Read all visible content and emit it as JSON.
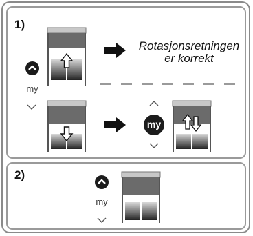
{
  "step1": {
    "number": "1)",
    "caption_line1": "Rotasjonsretningen",
    "caption_line2": "er korrekt"
  },
  "step2": {
    "number": "2)"
  },
  "remote": {
    "my_label": "my",
    "my_button_label": "my"
  },
  "colors": {
    "border": "#8a8a8a",
    "blind": "#6b6b6b",
    "button": "#1c1c1c"
  },
  "icons": [
    "up-button-icon",
    "down-chevron-icon",
    "up-chevron-icon",
    "arrow-right-icon",
    "up-arrow-icon",
    "down-arrow-icon",
    "my-button-icon"
  ]
}
